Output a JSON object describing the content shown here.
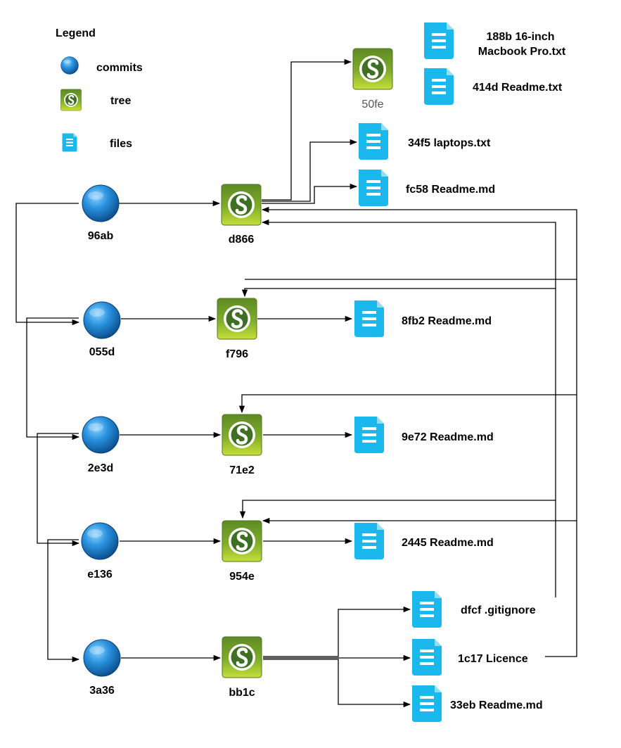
{
  "legend": {
    "title": "Legend",
    "commits_label": "commits",
    "tree_label": "tree",
    "files_label": "files"
  },
  "commits": {
    "c96ab": "96ab",
    "c055d": "055d",
    "c2e3d": "2e3d",
    "ce136": "e136",
    "c3a36": "3a36"
  },
  "trees": {
    "t50fe": "50fe",
    "td866": "d866",
    "tf796": "f796",
    "t71e2": "71e2",
    "t954e": "954e",
    "tbb1c": "bb1c"
  },
  "files": {
    "f188b_line1": "188b 16-inch",
    "f188b_line2": "Macbook Pro.txt",
    "f414d": "414d Readme.txt",
    "f34f5": "34f5 laptops.txt",
    "ffc58": "fc58 Readme.md",
    "f8fb2": "8fb2 Readme.md",
    "f9e72": "9e72 Readme.md",
    "f2445": "2445 Readme.md",
    "fdfcf": "dfcf .gitignore",
    "f1c17": "1c17 Licence",
    "f33eb": "33eb Readme.md"
  },
  "colors": {
    "commit_fill": "#1E88D6",
    "tree_fill": "#7FAD2A",
    "file_fill": "#1BB8EE",
    "edge": "#000000"
  },
  "icons": {
    "commit": "commit-sphere-icon",
    "tree": "tree-s-logo-icon",
    "file": "document-icon"
  }
}
